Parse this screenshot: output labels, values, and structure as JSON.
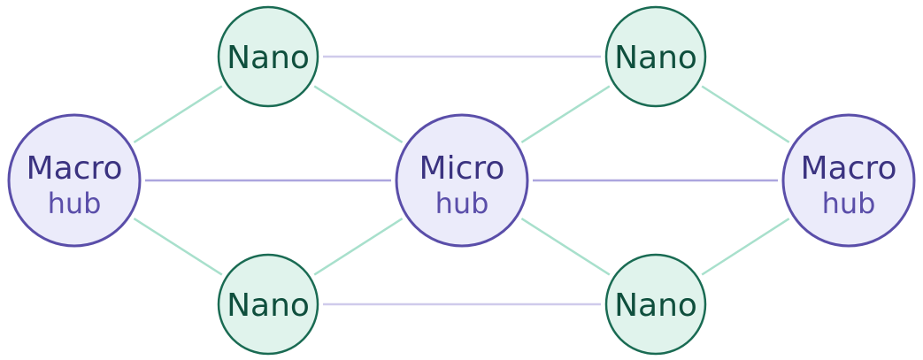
{
  "colors": {
    "background": "#ffffff",
    "hub_fill": "#ebebfa",
    "hub_stroke": "#5a4ea9",
    "hub_title": "#3b3380",
    "hub_sub": "#5a4ea9",
    "nano_fill": "#e0f3ec",
    "nano_stroke": "#1a6b53",
    "nano_text": "#0f4f3d",
    "edge_nano_hub": "#a8e0cc",
    "edge_nano_nano": "#cfcbeb",
    "edge_hub_hub": "#aca5de"
  },
  "nodes": {
    "macro_left": {
      "title": "Macro",
      "subtitle": "hub",
      "type": "hub"
    },
    "micro": {
      "title": "Micro",
      "subtitle": "hub",
      "type": "hub"
    },
    "macro_right": {
      "title": "Macro",
      "subtitle": "hub",
      "type": "hub"
    },
    "nano_tl": {
      "title": "Nano",
      "type": "nano"
    },
    "nano_tr": {
      "title": "Nano",
      "type": "nano"
    },
    "nano_bl": {
      "title": "Nano",
      "type": "nano"
    },
    "nano_br": {
      "title": "Nano",
      "type": "nano"
    }
  },
  "edges": [
    {
      "from": "macro_left",
      "to": "nano_tl",
      "kind": "nano_hub"
    },
    {
      "from": "macro_left",
      "to": "nano_bl",
      "kind": "nano_hub"
    },
    {
      "from": "macro_left",
      "to": "micro",
      "kind": "hub_hub"
    },
    {
      "from": "nano_tl",
      "to": "micro",
      "kind": "nano_hub"
    },
    {
      "from": "nano_bl",
      "to": "micro",
      "kind": "nano_hub"
    },
    {
      "from": "micro",
      "to": "nano_tr",
      "kind": "nano_hub"
    },
    {
      "from": "micro",
      "to": "nano_br",
      "kind": "nano_hub"
    },
    {
      "from": "micro",
      "to": "macro_right",
      "kind": "hub_hub"
    },
    {
      "from": "nano_tr",
      "to": "macro_right",
      "kind": "nano_hub"
    },
    {
      "from": "nano_br",
      "to": "macro_right",
      "kind": "nano_hub"
    },
    {
      "from": "nano_tl",
      "to": "nano_tr",
      "kind": "nano_nano"
    },
    {
      "from": "nano_bl",
      "to": "nano_br",
      "kind": "nano_nano"
    }
  ]
}
